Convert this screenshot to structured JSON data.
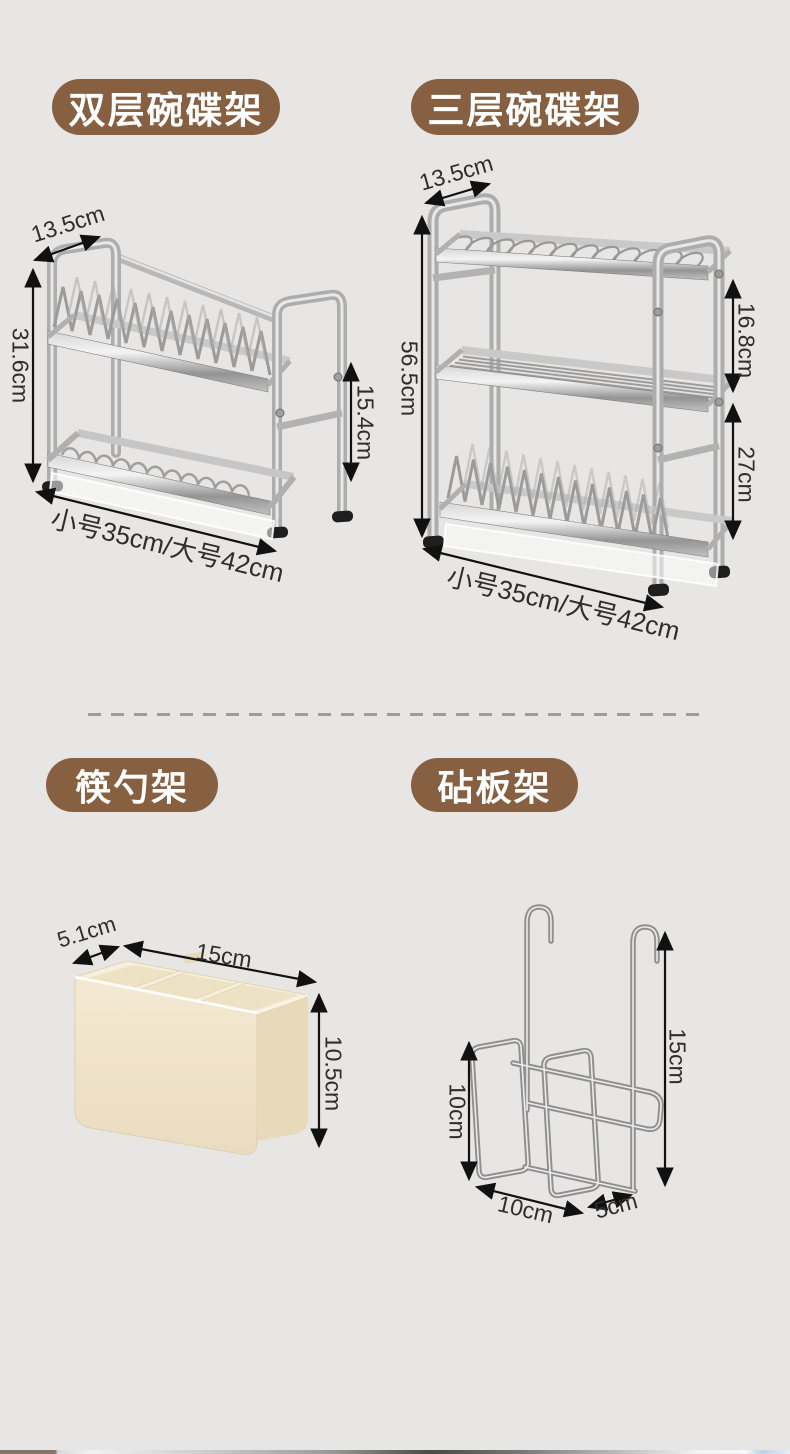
{
  "colors": {
    "background": "#e7e6e4",
    "badge": "#875f41",
    "badge_text": "#ffffff",
    "dimension_text": "#2e2e2e",
    "arrow": "#111111",
    "steel": "#b5b5b5",
    "cream_box": "#f2e7d0"
  },
  "sections": [
    {
      "badge": "双层碗碟架",
      "dims": {
        "depth": "13.5cm",
        "height": "31.6cm",
        "tier_height": "15.4cm",
        "width_options": "小号35cm/大号42cm"
      }
    },
    {
      "badge": "三层碗碟架",
      "dims": {
        "depth": "13.5cm",
        "height": "56.5cm",
        "upper_tier_gap": "16.8cm",
        "lower_tier_gap": "27cm",
        "width_options": "小号35cm/大号42cm"
      }
    },
    {
      "badge": "筷勺架",
      "dims": {
        "depth": "5.1cm",
        "width": "15cm",
        "height": "10.5cm"
      }
    },
    {
      "badge": "砧板架",
      "dims": {
        "hook_height": "15cm",
        "frame_height": "10cm",
        "width": "10cm",
        "depth": "5cm"
      }
    }
  ]
}
